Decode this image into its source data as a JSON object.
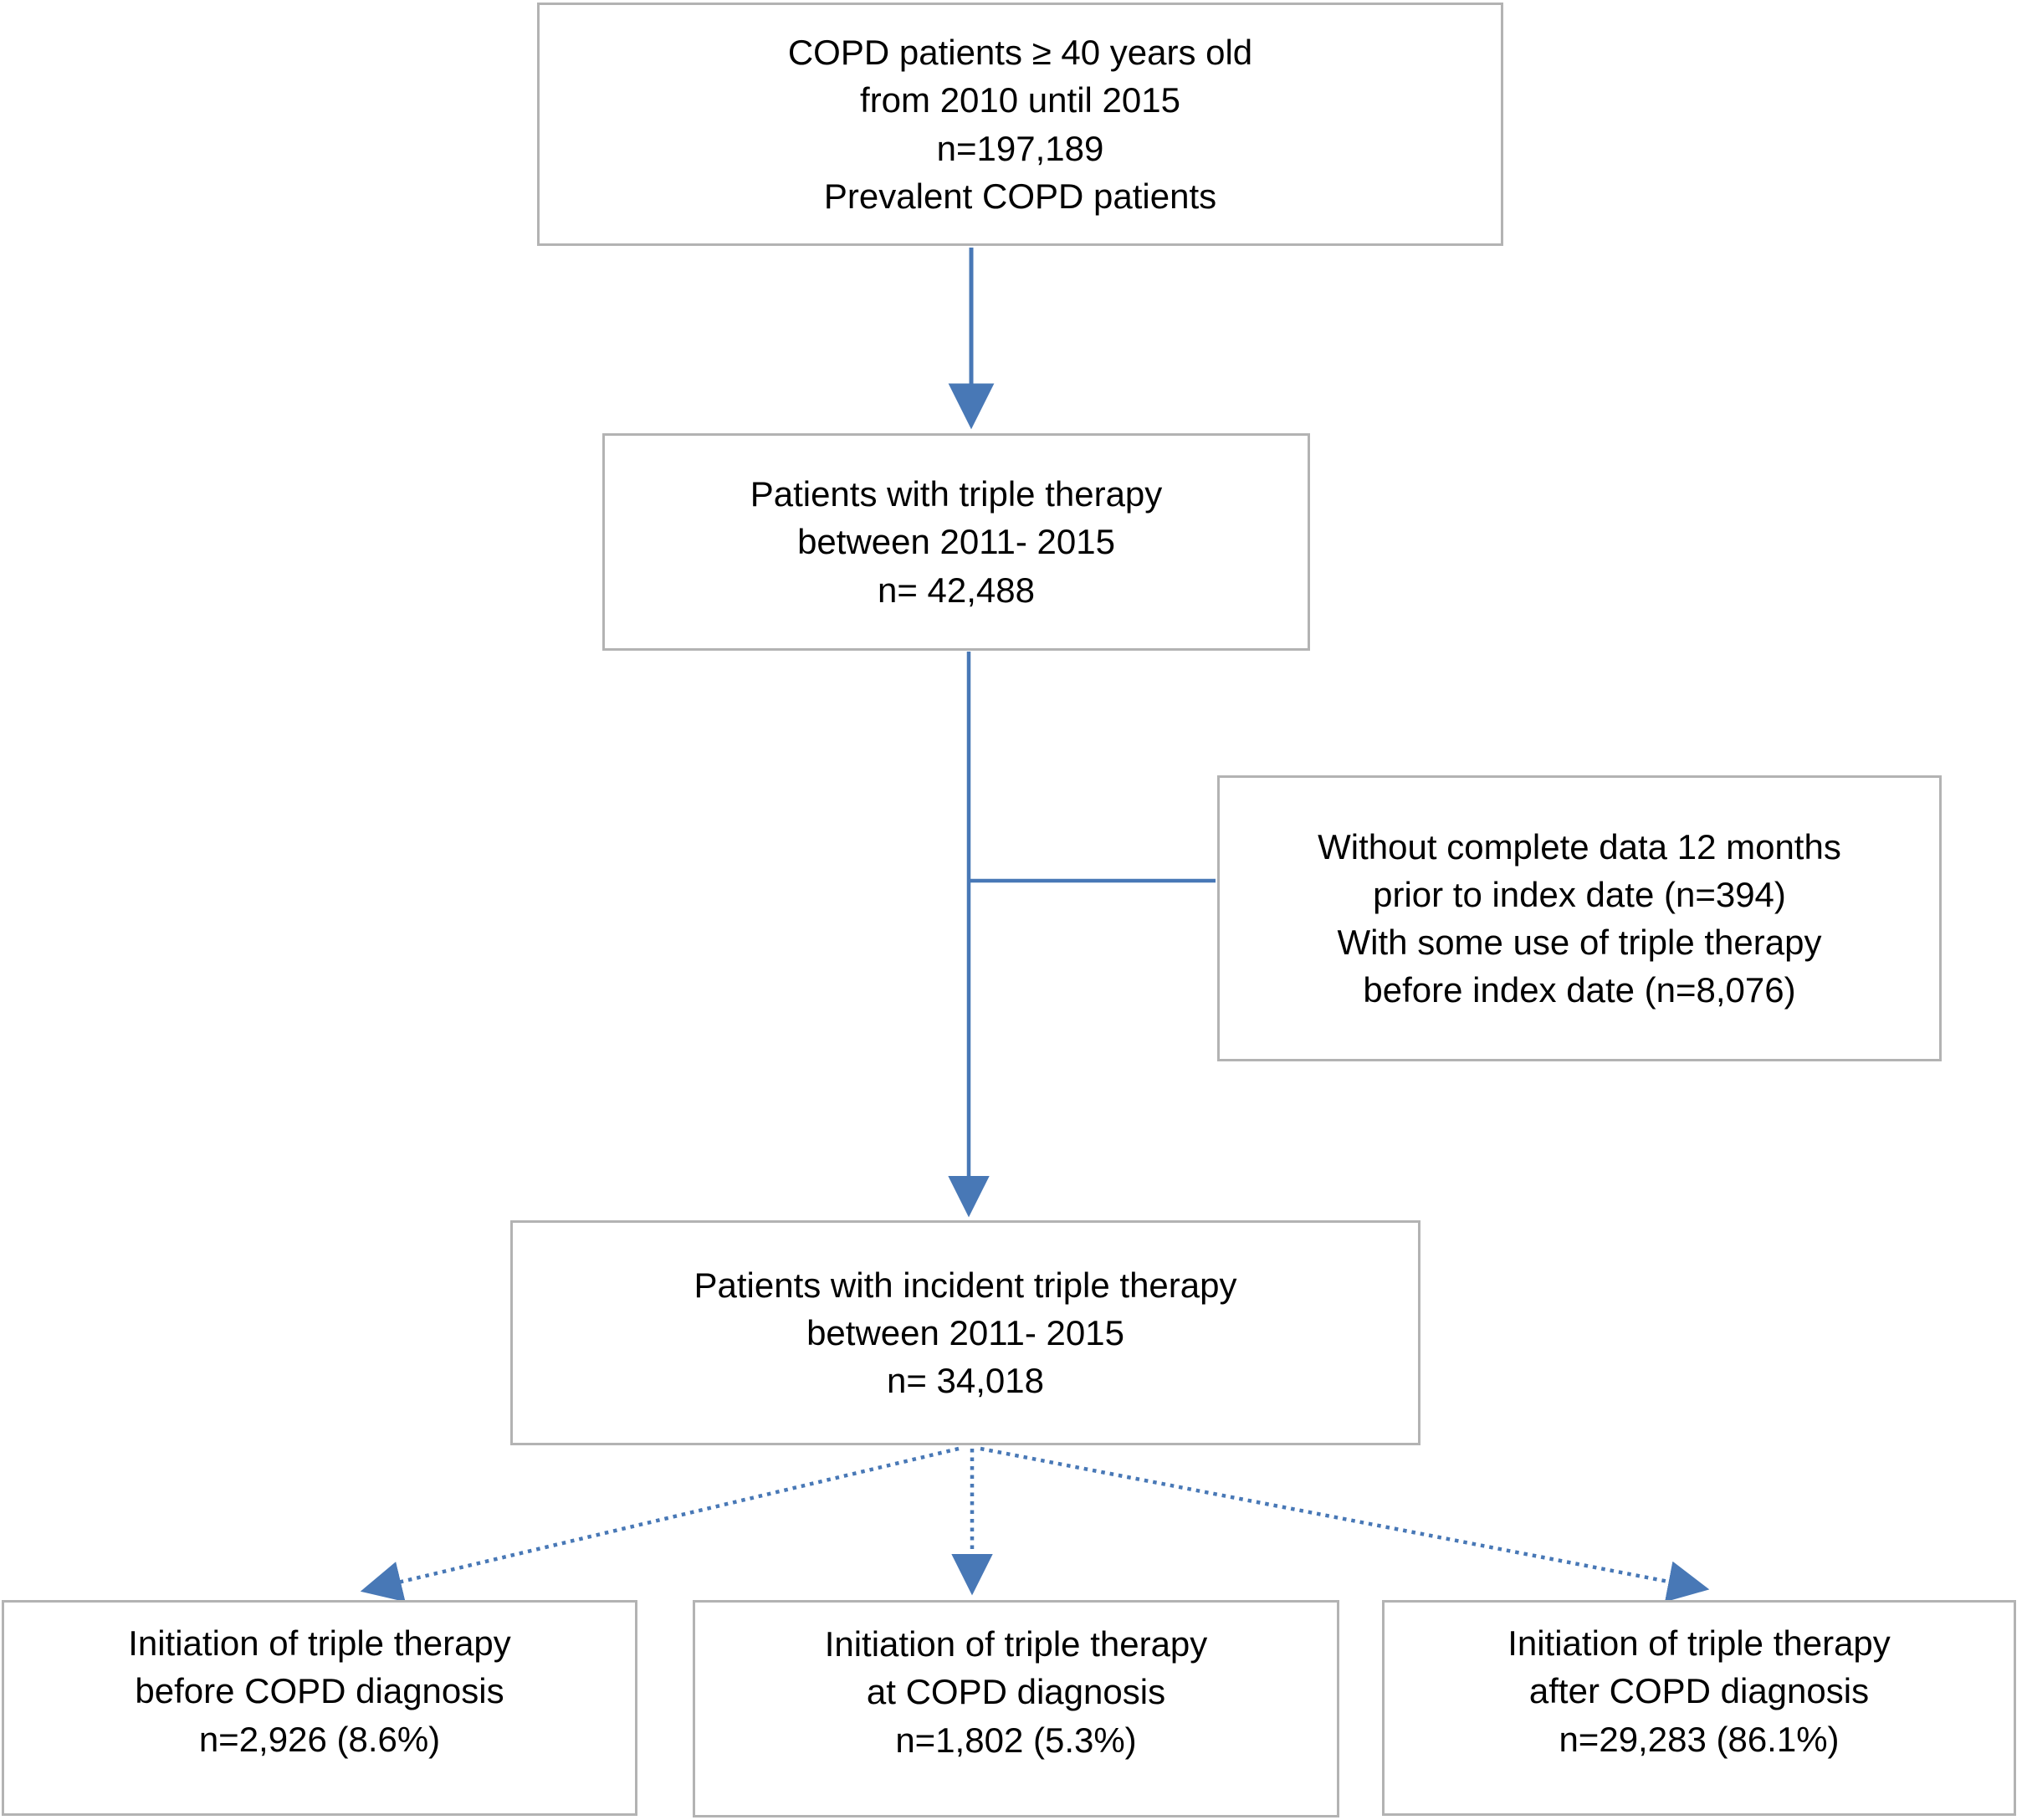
{
  "palette": {
    "arrow_blue": "#4878b6",
    "box_border_gray": "#b3b3b3",
    "text_color": "#000000",
    "background": "#ffffff"
  },
  "boxes": {
    "prevalent": {
      "lines": [
        "COPD patients ≥ 40 years old",
        "from 2010 until 2015",
        "n=197,189",
        "Prevalent COPD patients"
      ]
    },
    "triple": {
      "lines": [
        "Patients with triple therapy",
        "between 2011- 2015",
        "n= 42,488"
      ]
    },
    "exclusions": {
      "lines": [
        "Without complete data 12 months",
        "prior to index date (n=394)",
        "With some use of triple therapy",
        "before index date (n=8,076)"
      ]
    },
    "incident": {
      "lines": [
        "Patients with incident triple therapy",
        "between 2011- 2015",
        "n= 34,018"
      ]
    },
    "before": {
      "lines": [
        "Initiation of triple therapy",
        "before COPD diagnosis",
        "n=2,926 (8.6%)"
      ]
    },
    "at": {
      "lines": [
        "Initiation of triple therapy",
        "at COPD diagnosis",
        "n=1,802 (5.3%)"
      ]
    },
    "after": {
      "lines": [
        "Initiation of triple therapy",
        "after COPD diagnosis",
        "n=29,283 (86.1%)"
      ]
    }
  }
}
